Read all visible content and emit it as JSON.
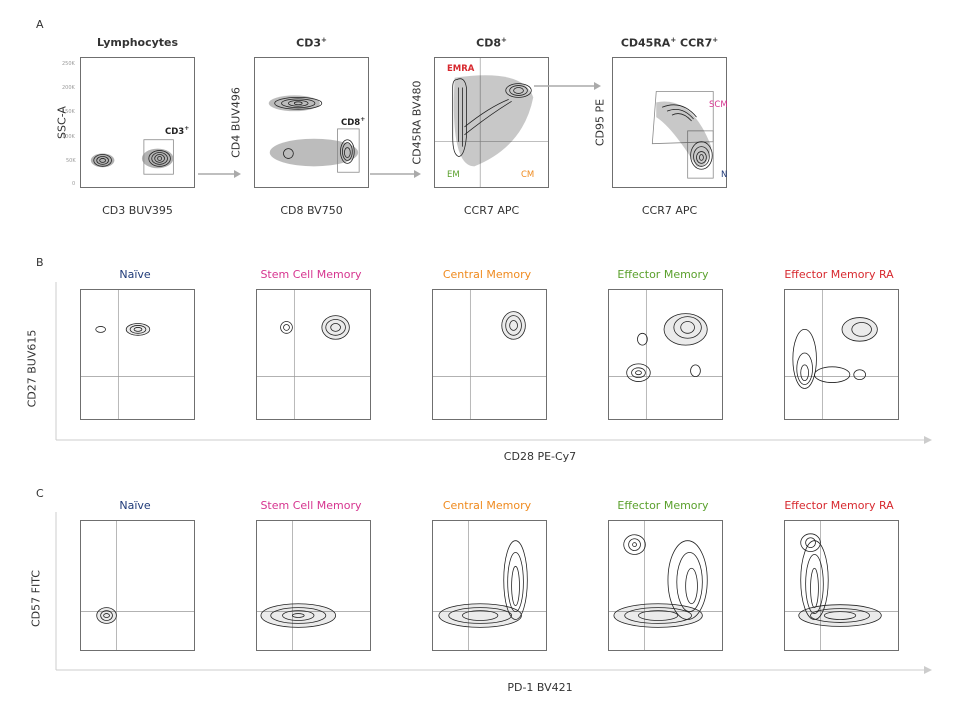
{
  "panel_a": {
    "letter": "A",
    "plots": [
      {
        "title": "Lymphocytes",
        "title_sup": "",
        "xlabel": "CD3 BUV395",
        "ylabel": "SSC-A",
        "gate": "CD3",
        "gate_sup": "+"
      },
      {
        "title": "CD3",
        "title_sup": "+",
        "xlabel": "CD8 BV750",
        "ylabel": "CD4 BUV496",
        "gate": "CD8",
        "gate_sup": "+"
      },
      {
        "title": "CD8",
        "title_sup": "+",
        "xlabel": "CCR7 APC",
        "ylabel": "CD45RA BV480",
        "quadrants": {
          "emra": "EMRA",
          "em": "EM",
          "cm": "CM"
        }
      },
      {
        "title": "CD45RA",
        "title_sup": "+",
        "title2": " CCR7",
        "title2_sup": "+",
        "xlabel": "CCR7 APC",
        "ylabel": "CD95 PE",
        "gates": {
          "scm": "SCM",
          "n": "N"
        }
      }
    ],
    "yticks_first": [
      "250K",
      "200K",
      "150K",
      "100K",
      "50K",
      "0"
    ]
  },
  "panel_b": {
    "letter": "B",
    "titles": [
      "Naïve",
      "Stem Cell Memory",
      "Central Memory",
      "Effector Memory",
      "Effector Memory RA"
    ],
    "xlabel": "CD28 PE-Cy7",
    "ylabel": "CD27 BUV615"
  },
  "panel_c": {
    "letter": "C",
    "titles": [
      "Naïve",
      "Stem Cell Memory",
      "Central Memory",
      "Effector Memory",
      "Effector Memory RA"
    ],
    "xlabel": "PD-1 BV421",
    "ylabel": "CD57 FITC"
  },
  "colors": {
    "naive": "#1f3a78",
    "scm": "#d6348f",
    "cm": "#ef8a1e",
    "em": "#5aa02c",
    "emra": "#d7282e",
    "gate": "#888888",
    "contour": "#222222"
  }
}
